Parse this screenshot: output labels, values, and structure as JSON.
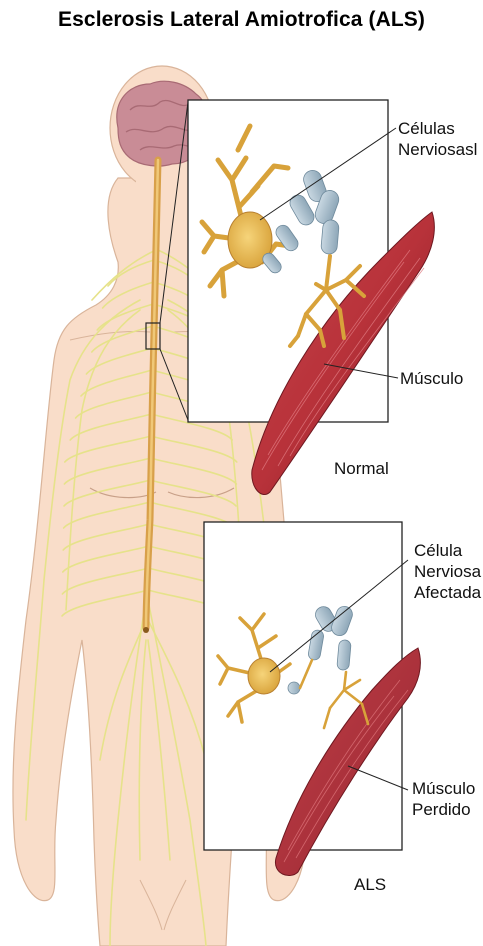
{
  "title": "Esclerosis Lateral Amiotrofica (ALS)",
  "normal_panel": {
    "nerve_label": [
      "Células",
      "Nerviosasl"
    ],
    "muscle_label": "Músculo",
    "caption": "Normal"
  },
  "als_panel": {
    "nerve_label": [
      "Célula",
      "Nerviosa",
      "Afectada"
    ],
    "muscle_label": [
      "Músculo",
      "Perdido"
    ],
    "caption": "ALS"
  },
  "colors": {
    "skin": "#f9ddc9",
    "skin_outline": "#d9b49a",
    "nerve": "#e6e28a",
    "spinal_cord": "#d8a04a",
    "brain": "#c98c96",
    "neuron": "#e8b84a",
    "myelin": "#a9c0cf",
    "muscle": "#b8323a",
    "muscle_dark": "#7e1c24"
  }
}
